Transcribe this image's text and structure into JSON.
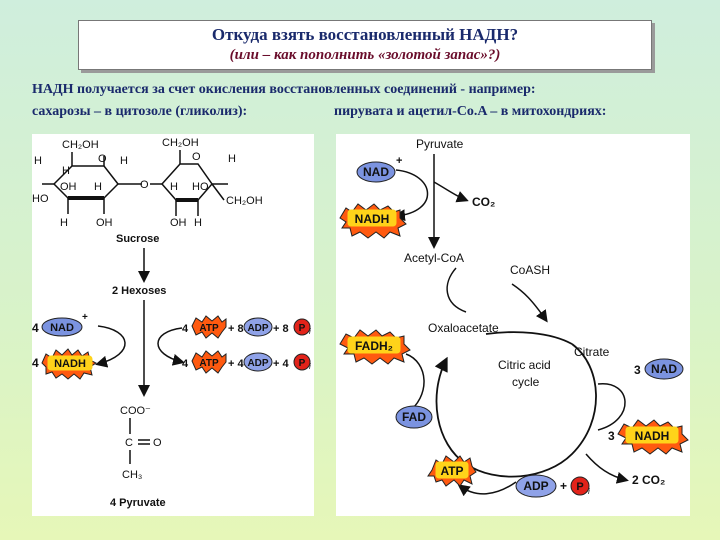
{
  "title": {
    "main": "Откуда взять восстановленный НАДН?",
    "sub": "(или – как пополнить «золотой запас»?)"
  },
  "intro": {
    "line1": "НАДН получается за счет окисления восстановленных соединений - например:",
    "line2a": "сахарозы – в цитозоле (гликолиз):",
    "line2b": "пирувата и ацетил-Co.A – в митохондриях:"
  },
  "glycolysis": {
    "sucrose_atoms": {
      "ch2oh_left": "CH₂OH",
      "ch2oh_top": "CH₂OH",
      "ch2oh_right": "CH₂OH",
      "o": "O",
      "h": "H",
      "oh": "OH",
      "ho": "HO"
    },
    "sucrose_label": "Sucrose",
    "hexoses_label": "2 Hexoses",
    "nad_coef": "4",
    "nad": "NAD",
    "nad_charge": "+",
    "nadh_coef": "4",
    "nadh": "NADH",
    "atp_row1_coef": "4",
    "atp": "ATP",
    "adp_row1_coef": "+ 8",
    "adp": "ADP",
    "pi_row1_coef": "+ 8",
    "pi": "P",
    "pi_sub": "i",
    "atp_row2_coef": "4",
    "adp_row2_coef": "+ 4",
    "pi_row2_coef": "+ 4",
    "pyruvate_struct": {
      "coo": "COO⁻",
      "c": "C",
      "o": "O",
      "ch3": "CH₃"
    },
    "pyruvate_label": "4 Pyruvate"
  },
  "krebs": {
    "pyruvate": "Pyruvate",
    "nad": "NAD",
    "nad_charge": "+",
    "co2": "CO₂",
    "nadh": "NADH",
    "acetyl_coa": "Acetyl-CoA",
    "coash": "CoASH",
    "oxaloacetate": "Oxaloacetate",
    "fadh2": "FADH₂",
    "cycle_line1": "Citric acid",
    "cycle_line2": "cycle",
    "citrate": "Citrate",
    "nad3_coef": "3",
    "nad3": "NAD",
    "fad": "FAD",
    "nadh3_coef": "3",
    "nadh3": "NADH",
    "atp": "ATP",
    "adp": "ADP",
    "plus": "+",
    "pi": "P",
    "pi_sub": "i",
    "co2_2": "2 CO₂"
  },
  "colors": {
    "nad_fill": "#7b93e0",
    "star_fill": "#ff5a10",
    "star_inner": "#ffd31a",
    "atp_fill": "#ffcc00",
    "adp_fill": "#8fa2e8",
    "pi_fill": "#e2231a"
  }
}
